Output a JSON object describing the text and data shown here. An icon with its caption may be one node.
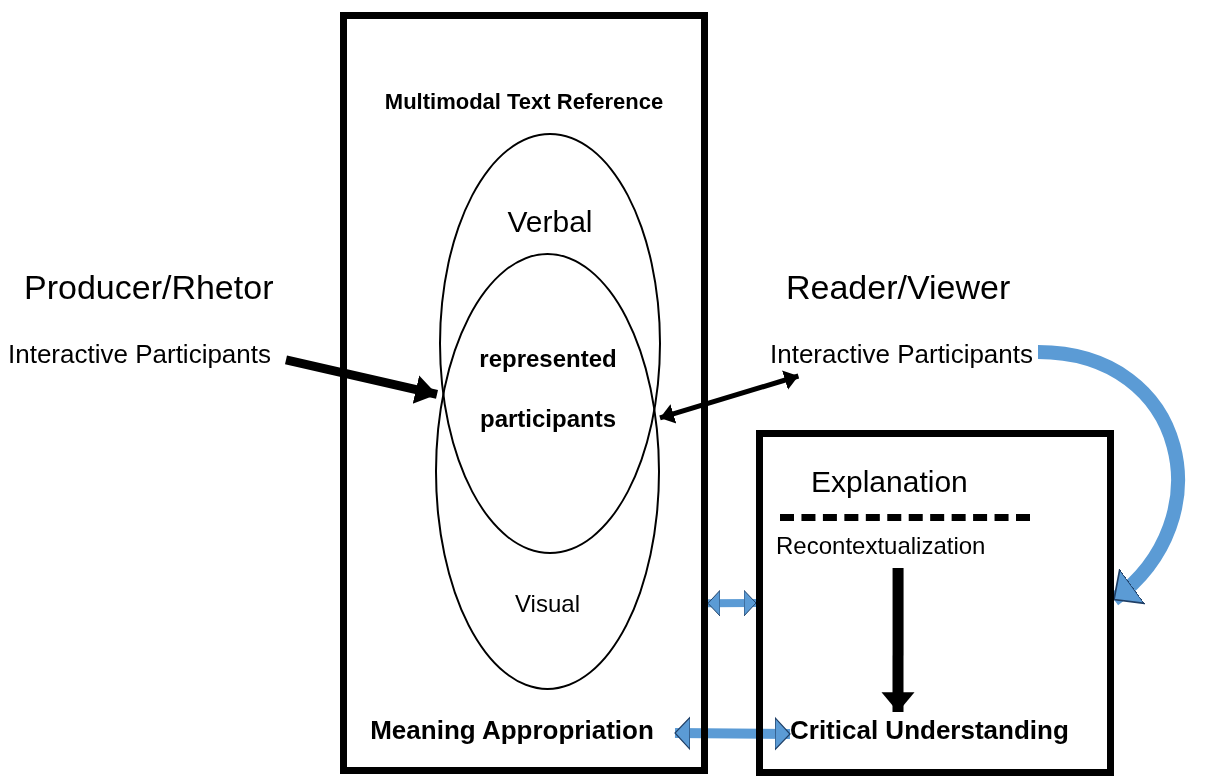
{
  "diagram": {
    "nodes": [
      {
        "text": [
          "Multimodal Text Reference"
        ]
      },
      {
        "text": [
          "Verbal"
        ],
        "in": 0
      },
      {
        "text": [
          "Visual"
        ],
        "in": 0
      },
      {
        "text": [
          "represented participants"
        ]
      },
      {
        "text": [
          "Meaning Appropriation"
        ],
        "in": 0
      },
      {
        "text": [
          "Producer/Rhetor",
          "Interactive Participants"
        ]
      },
      {
        "text": [
          "Reader/Viewer",
          "Interactive Participants"
        ]
      },
      {
        "text": [
          "Explanation"
        ]
      },
      {
        "text": [
          "Recontextualization"
        ],
        "in": 7
      },
      {
        "text": [
          "Critical Understanding"
        ],
        "in": 7
      }
    ],
    "edges": [
      {
        "from": 5,
        "to": 3,
        "arrow": "to"
      },
      {
        "from": 3,
        "to": 6,
        "arrow": "both"
      },
      {
        "from": 6,
        "to": 7,
        "arrow": "to",
        "color": "#5b9bd5"
      },
      {
        "from": 0,
        "to": 7,
        "arrow": "both",
        "color": "#5b9bd5"
      },
      {
        "from": 4,
        "to": 9,
        "arrow": "both",
        "color": "#5b9bd5"
      },
      {
        "from": 8,
        "to": 9,
        "arrow": "to"
      }
    ]
  }
}
